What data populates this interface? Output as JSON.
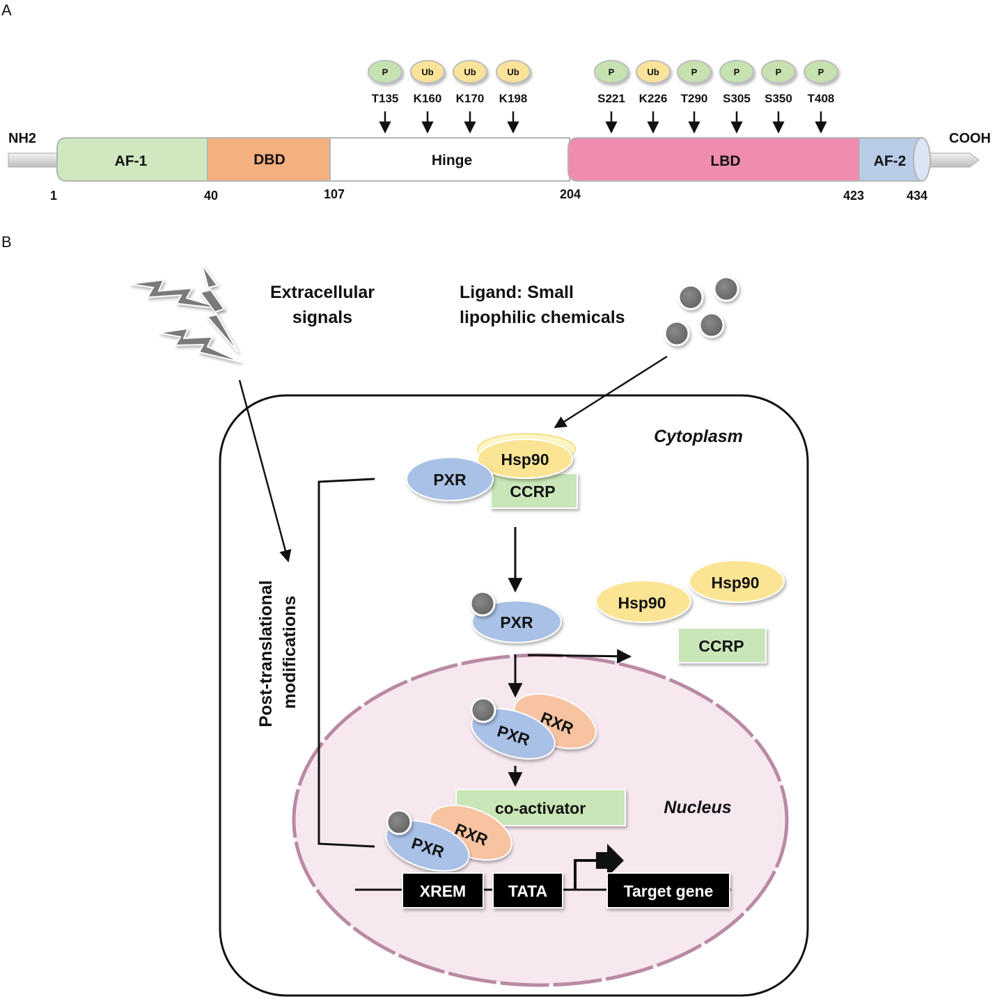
{
  "panel_a": {
    "label": "A",
    "nh2": "NH2",
    "cooh": "COOH",
    "domains": [
      {
        "name": "AF-1",
        "color": "#cfe8c0"
      },
      {
        "name": "DBD",
        "color": "#f5b07f"
      },
      {
        "name": "Hinge",
        "color": "#ffffff"
      },
      {
        "name": "LBD",
        "color": "#f08cb0"
      },
      {
        "name": "AF-2",
        "color": "#b8cce8"
      }
    ],
    "positions": [
      "1",
      "40",
      "107",
      "204",
      "423",
      "434"
    ],
    "sites": [
      {
        "mod": "P",
        "site": "T135",
        "color": "#c6e2b0"
      },
      {
        "mod": "Ub",
        "site": "K160",
        "color": "#fbe49a"
      },
      {
        "mod": "Ub",
        "site": "K170",
        "color": "#fbe49a"
      },
      {
        "mod": "Ub",
        "site": "K198",
        "color": "#fbe49a"
      },
      {
        "mod": "P",
        "site": "S221",
        "color": "#c6e2b0"
      },
      {
        "mod": "Ub",
        "site": "K226",
        "color": "#fbe49a"
      },
      {
        "mod": "P",
        "site": "T290",
        "color": "#c6e2b0"
      },
      {
        "mod": "P",
        "site": "S305",
        "color": "#c6e2b0"
      },
      {
        "mod": "P",
        "site": "S350",
        "color": "#c6e2b0"
      },
      {
        "mod": "P",
        "site": "T408",
        "color": "#c6e2b0"
      }
    ]
  },
  "panel_b": {
    "label": "B",
    "extracellular": [
      "Extracellular",
      "signals"
    ],
    "ligand": [
      "Ligand: Small",
      "lipophilic chemicals"
    ],
    "cytoplasm": "Cytoplasm",
    "nucleus": "Nucleus",
    "ptm": [
      "Post-translational",
      "modifications"
    ],
    "pxr": "PXR",
    "rxr": "RXR",
    "hsp90": "Hsp90",
    "ccrp": "CCRP",
    "coactivator": "co-activator",
    "xrem": "XREM",
    "tata": "TATA",
    "target_gene": "Target gene",
    "colors": {
      "pxr": "#a9c1e6",
      "rxr": "#f8c3a1",
      "hsp90": "#fbe594",
      "ccrp": "#c8e6b7",
      "nucleus_fill": "#f7e8f0",
      "nucleus_border": "#b98aa4",
      "ligand": "#777777"
    }
  }
}
